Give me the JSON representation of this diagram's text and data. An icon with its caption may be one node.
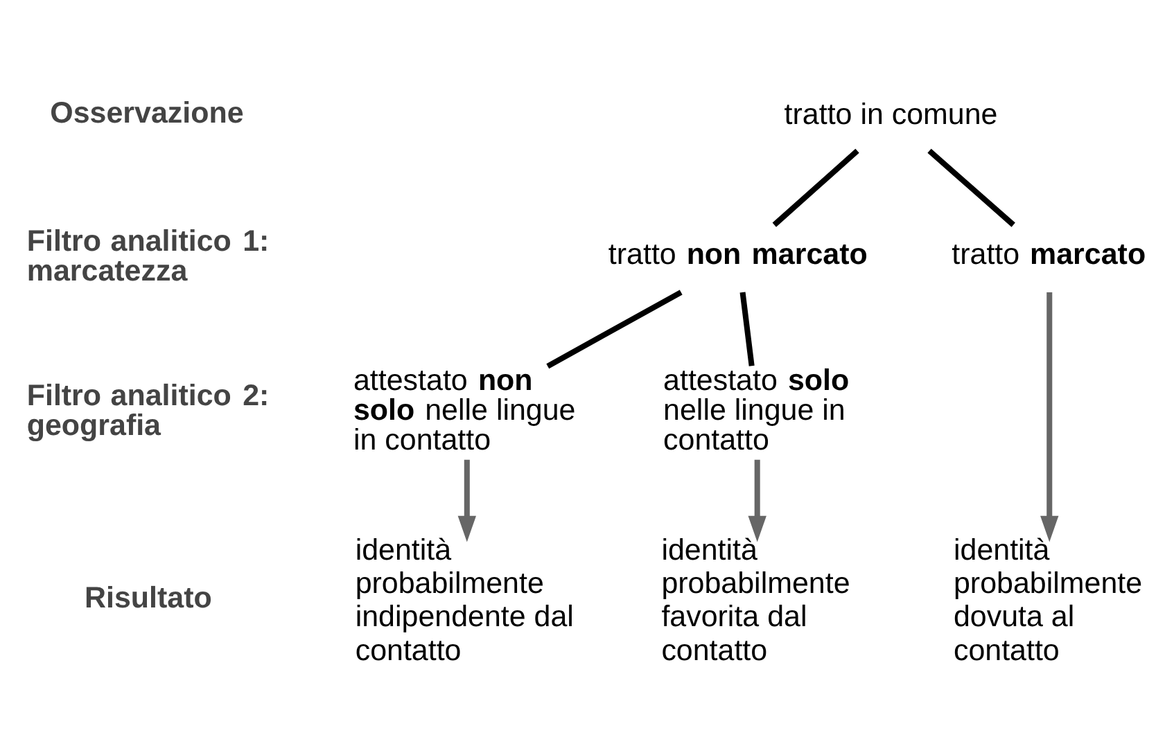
{
  "diagram": {
    "nodes": [
      {
        "text": [
          "tratto in comune"
        ]
      },
      {
        "text": [
          "tratto **non marcato**"
        ]
      },
      {
        "text": [
          "tratto **marcato**"
        ]
      },
      {
        "text": [
          "attestato **non solo** nelle lingue in contatto"
        ]
      },
      {
        "text": [
          "attestato **solo** nelle lingue in contatto"
        ]
      },
      {
        "text": [
          "identità probabilmente indipendente dal contatto"
        ]
      },
      {
        "text": [
          "identità probabilmente favorita dal contatto"
        ]
      },
      {
        "text": [
          "identità probabilmente dovuta al contatto"
        ]
      }
    ],
    "edges": [
      {
        "from": 0,
        "to": 1,
        "arrow": "none"
      },
      {
        "from": 0,
        "to": 2,
        "arrow": "none"
      },
      {
        "from": 1,
        "to": 3,
        "arrow": "none"
      },
      {
        "from": 1,
        "to": 4,
        "arrow": "none"
      },
      {
        "from": 3,
        "to": 5,
        "arrow": "to",
        "color": "#666666"
      },
      {
        "from": 4,
        "to": 6,
        "arrow": "to",
        "color": "#666666"
      },
      {
        "from": 2,
        "to": 7,
        "arrow": "to",
        "color": "#666666"
      }
    ],
    "labels": [
      "Osservazione",
      "Filtro analitico 1: marcatezza",
      "Filtro analitico 2: geografia",
      "Risultato"
    ]
  }
}
